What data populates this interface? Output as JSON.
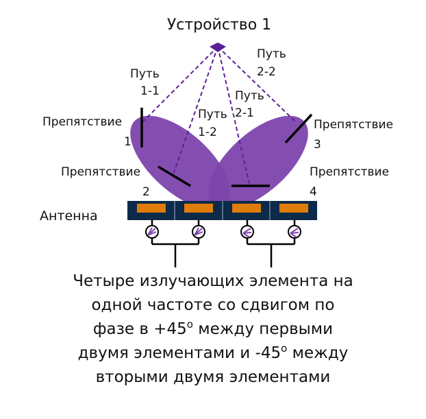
{
  "device_label": "Устройство 1",
  "paths": {
    "p11": [
      "Путь",
      "1-1"
    ],
    "p12": [
      "Путь",
      "1-2"
    ],
    "p21": [
      "Путь",
      "2-1"
    ],
    "p22": [
      "Путь",
      "2-2"
    ]
  },
  "obstacles": {
    "o1": [
      "Препятствие",
      "1"
    ],
    "o2": [
      "Препятствие",
      "2"
    ],
    "o3": [
      "Препятствие",
      "3"
    ],
    "o4": [
      "Препятствие",
      "4"
    ]
  },
  "antenna_label": "Антенна",
  "caption": {
    "line1": "Четыре излучающих элемента на",
    "line2": "одной частоте со сдвигом по",
    "line3a": "фазе в +45",
    "line3sup": "o",
    "line3b": " между первыми",
    "line4a": "двумя элементами и -45",
    "line4sup": "o",
    "line4b": " между",
    "line5": "вторыми двумя элементами"
  },
  "colors": {
    "lobe": "#7d45ad",
    "path": "#5a1f96",
    "antenna": "#0d2a4a",
    "patch": "#e07d0a"
  }
}
